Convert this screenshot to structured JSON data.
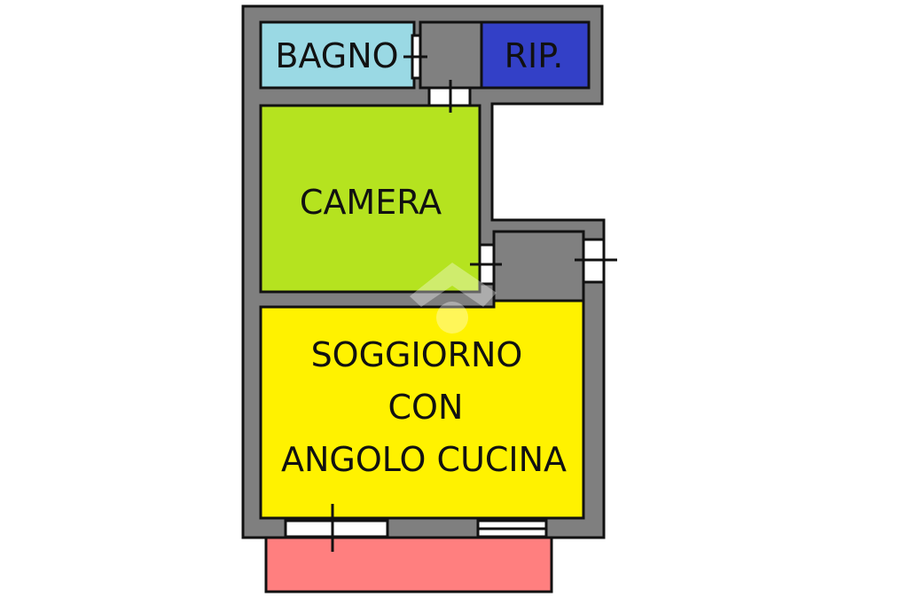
{
  "rooms": {
    "bagno": {
      "label": "BAGNO",
      "color": "#9ad9e4"
    },
    "rip": {
      "label": "RIP.",
      "color": "#3340c7"
    },
    "camera": {
      "label": "CAMERA",
      "color": "#b5e31f"
    },
    "soggiorno": {
      "label_lines": [
        "SOGGIORNO",
        "CON",
        "ANGOLO CUCINA"
      ],
      "color": "#fff200"
    }
  },
  "colors": {
    "wall": "#7f7f7f",
    "outline": "#111111",
    "corridor": "#808080",
    "balcony": "#ff7f7f",
    "window": "#ffffff"
  }
}
